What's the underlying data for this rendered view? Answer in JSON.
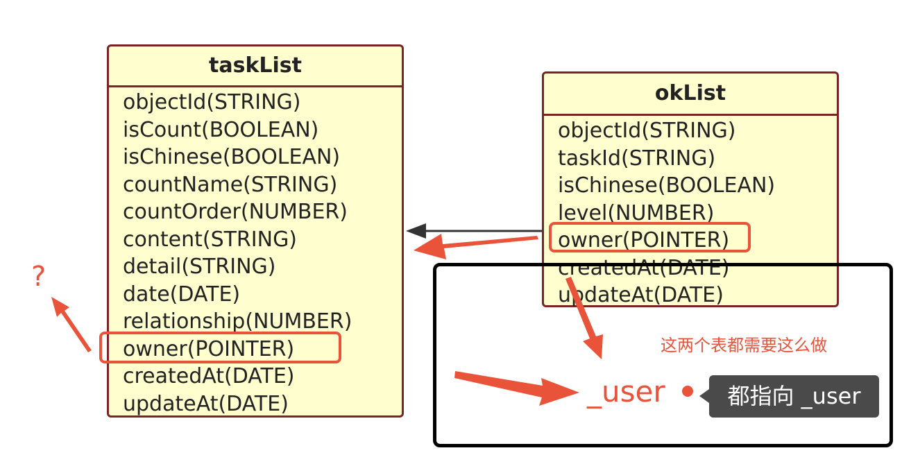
{
  "task_list": {
    "title": "taskList",
    "fields": [
      "objectId(STRING)",
      "isCount(BOOLEAN)",
      "isChinese(BOOLEAN)",
      "countName(STRING)",
      "countOrder(NUMBER)",
      "content(STRING)",
      "detail(STRING)",
      "date(DATE)",
      "relationship(NUMBER)",
      "owner(POINTER)",
      "createdAt(DATE)",
      "updateAt(DATE)"
    ]
  },
  "ok_list": {
    "title": "okList",
    "fields": [
      "objectId(STRING)",
      "taskId(STRING)",
      "isChinese(BOOLEAN)",
      "level(NUMBER)",
      "owner(POINTER)",
      "createdAt(DATE)",
      "updateAt(DATE)"
    ]
  },
  "annotations": {
    "question_mark": "?",
    "note_both_tables": "这两个表都需要这么做",
    "user_target": "_user",
    "tooltip": "都指向 _user"
  },
  "colors": {
    "entity_fill": "#fefece",
    "entity_border": "#7a2424",
    "annotation_red": "#e8533a",
    "focus_box": "#000000",
    "tooltip_bg": "#4a4a4a"
  }
}
